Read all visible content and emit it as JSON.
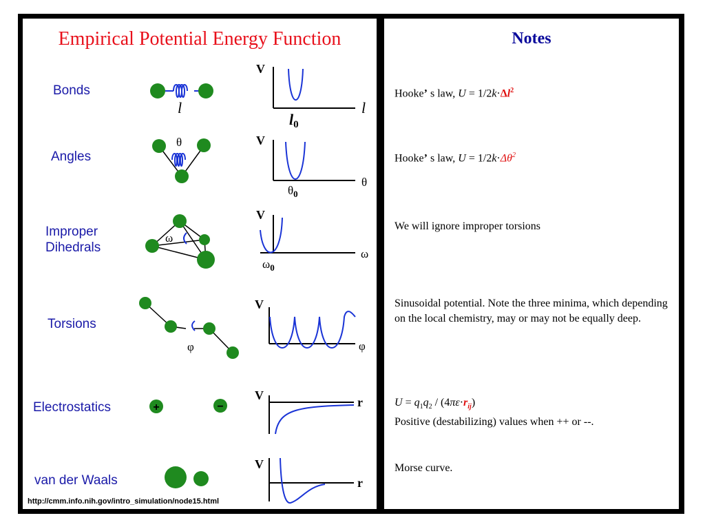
{
  "left": {
    "title": "Empirical Potential Energy Function",
    "terms": [
      {
        "label": "Bonds",
        "graph": {
          "y_label": "V",
          "x_label": "l",
          "min_label": "l",
          "min_sub": "0"
        },
        "mol_label": "l"
      },
      {
        "label": "Angles",
        "graph": {
          "y_label": "V",
          "x_label": "θ",
          "min_label": "θ",
          "min_sub": "0"
        },
        "mol_label": "θ"
      },
      {
        "label_lines": [
          "Improper",
          "Dihedrals"
        ],
        "graph": {
          "y_label": "V",
          "x_label": "ω",
          "min_label": "ω",
          "min_sub": "0"
        },
        "mol_label": "ω"
      },
      {
        "label": "Torsions",
        "graph": {
          "y_label": "V",
          "x_label": "φ"
        },
        "mol_label": "φ"
      },
      {
        "label": "Electrostatics",
        "graph": {
          "y_label": "V",
          "x_label": "r"
        },
        "charges": [
          "+",
          "−"
        ]
      },
      {
        "label": "van der Waals",
        "graph": {
          "y_label": "V",
          "x_label": "r"
        }
      }
    ],
    "source_url": "http://cmm.info.nih.gov/intro_simulation/node15.html"
  },
  "right": {
    "title": "Notes",
    "notes": {
      "bonds": {
        "prefix": "Hooke",
        "apos": "’",
        "mid": " s law, ",
        "U": "U",
        "eq": " = 1/2",
        "k": "k",
        "dot": "·",
        "delta": "Δ",
        "var": "l",
        "exp": "2"
      },
      "angles": {
        "prefix": "Hooke",
        "apos": "’",
        "mid": " s law, ",
        "U": "U",
        "eq": " = 1/2",
        "k": "k",
        "dot": "·",
        "delta": "Δθ",
        "exp": "2"
      },
      "improper": "We will ignore improper torsions",
      "torsions": "Sinusoidal potential. Note the three minima, which depending on the local chemistry, may or may not be equally deep.",
      "electro": {
        "U": "U",
        "eq": " = ",
        "q1": "q",
        "s1": "1",
        "q2": "q",
        "s2": "2",
        "div": " / (4",
        "pi": "πε",
        "dot": "·",
        "r": "r",
        "rsub": "ij",
        "close": ")",
        "line2": "Positive (destabilizing) values when ++ or --."
      },
      "vdw": "Morse curve."
    }
  },
  "colors": {
    "title": "#e8101b",
    "notes_title": "#0a0a9c",
    "atom": "#1f8a1f",
    "curve": "#1a34d6",
    "label": "#1a1aa8"
  }
}
